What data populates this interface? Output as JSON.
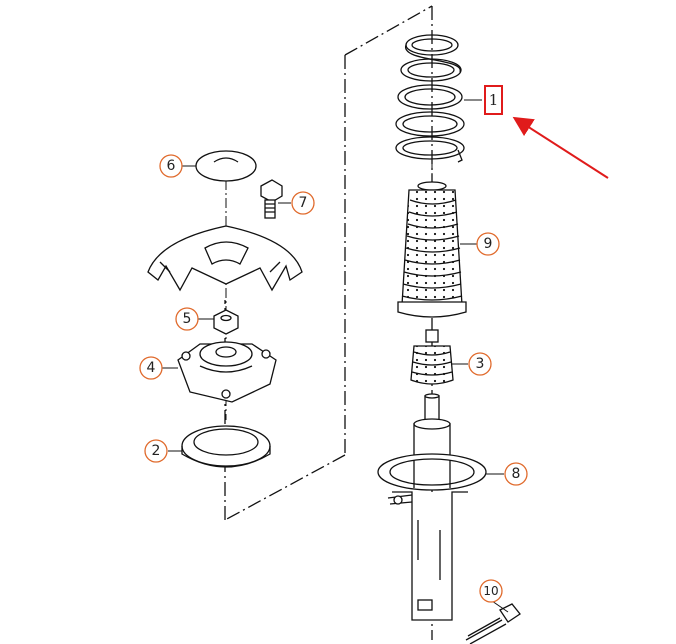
{
  "diagram": {
    "callout_color": "#e06a2c",
    "highlight_color": "#e01b1b",
    "line_color": "#111111",
    "callouts": {
      "c1": "1",
      "c2": "2",
      "c3": "3",
      "c4": "4",
      "c5": "5",
      "c6": "6",
      "c7": "7",
      "c8": "8",
      "c9": "9",
      "c10": "10"
    }
  }
}
